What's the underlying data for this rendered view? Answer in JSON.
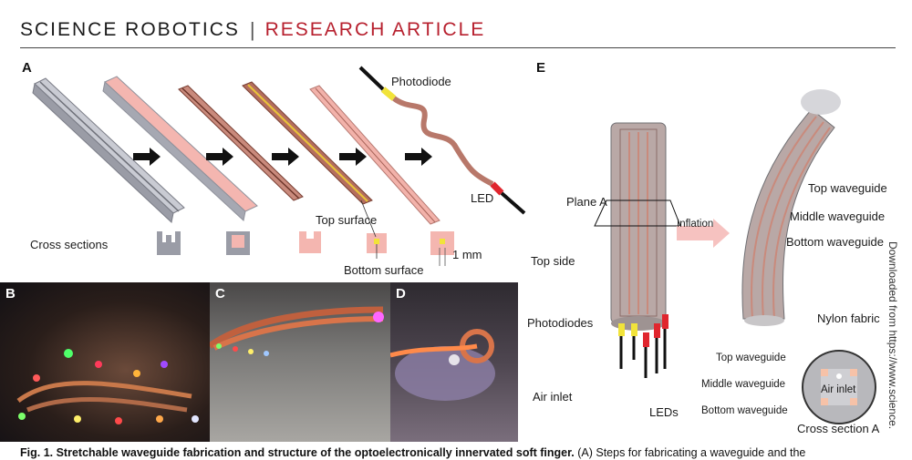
{
  "header": {
    "journal": "SCIENCE ROBOTICS",
    "separator": "|",
    "article_type": "RESEARCH ARTICLE"
  },
  "panel_a": {
    "letter": "A",
    "photodiode": "Photodiode",
    "led": "LED",
    "top_surface": "Top surface",
    "bottom_surface": "Bottom surface",
    "cross_sections": "Cross sections",
    "dimension": "1 mm"
  },
  "panel_b": {
    "letter": "B"
  },
  "panel_c": {
    "letter": "C"
  },
  "panel_d": {
    "letter": "D"
  },
  "panel_e": {
    "letter": "E",
    "plane_a": "Plane A",
    "top_side": "Top side",
    "photodiodes": "Photodiodes",
    "air_inlet": "Air inlet",
    "leds": "LEDs",
    "inflation": "Inflation",
    "top_waveguide": "Top waveguide",
    "middle_waveguide": "Middle waveguide",
    "bottom_waveguide": "Bottom waveguide",
    "nylon_fabric": "Nylon fabric",
    "legend_top": "Top waveguide",
    "legend_middle": "Middle waveguide",
    "legend_bottom": "Bottom waveguide",
    "cs_air_inlet": "Air inlet",
    "cross_section_a": "Cross section A"
  },
  "side_text": "Downloaded from https://www.science.",
  "caption": {
    "bold": "Fig. 1. Stretchable waveguide fabrication and structure of the optoelectronically innervated soft finger.",
    "rest": " (A) Steps for fabricating a waveguide and the"
  },
  "colors": {
    "accent_red": "#b7202e",
    "waveguide_pink": "#f4b6b0",
    "mold_gray": "#9a9ca6",
    "core_brown": "#8a4a3c"
  }
}
